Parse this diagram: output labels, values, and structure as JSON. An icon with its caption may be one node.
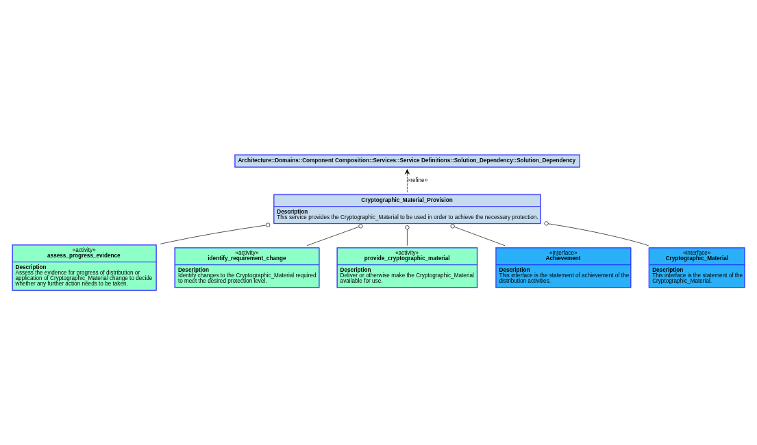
{
  "diagram": {
    "nodes": [
      {
        "text": [
          "Architecture::Domains::Component Composition::Services::Service Definitions::Solution_Dependency::Solution_Dependency"
        ]
      },
      {
        "text": [
          "Cryptographic_Material_Provision",
          "Description",
          "This service provides the Cryptographic_Material to be used in order to achieve the necessary protection."
        ]
      },
      {
        "text": [
          "«activity»",
          "assess_progress_evidence",
          "Description",
          "Assess the evidence for progress of distribution or application of Cryptographic_Material change to decide whether any further action needs to be taken."
        ]
      },
      {
        "text": [
          "«activity»",
          "identify_requirement_change",
          "Description",
          "Identify changes to the Cryptographic_Material required to meet the desired protection level."
        ]
      },
      {
        "text": [
          "«activity»",
          "provide_cryptographic_material",
          "Description",
          "Deliver or otherwise make the Cryptographic_Material available for use."
        ]
      },
      {
        "text": [
          "«interface»",
          "Achievement",
          "Description",
          "This interface is the statement of achievement of the distribution activities."
        ]
      },
      {
        "text": [
          "«interface»",
          "Cryptographic_Material",
          "Description",
          "This interface is the statement of the Cryptographic_Material."
        ]
      }
    ],
    "edges": [
      {
        "from": 1,
        "to": 0,
        "arrow": "to",
        "label": "«refine»",
        "style": "dashed"
      },
      {
        "from": 2,
        "to": 1,
        "arrow": "other"
      },
      {
        "from": 3,
        "to": 1,
        "arrow": "other"
      },
      {
        "from": 4,
        "to": 1,
        "arrow": "other"
      },
      {
        "from": 5,
        "to": 1,
        "arrow": "other"
      },
      {
        "from": 6,
        "to": 1,
        "arrow": "other"
      }
    ]
  }
}
